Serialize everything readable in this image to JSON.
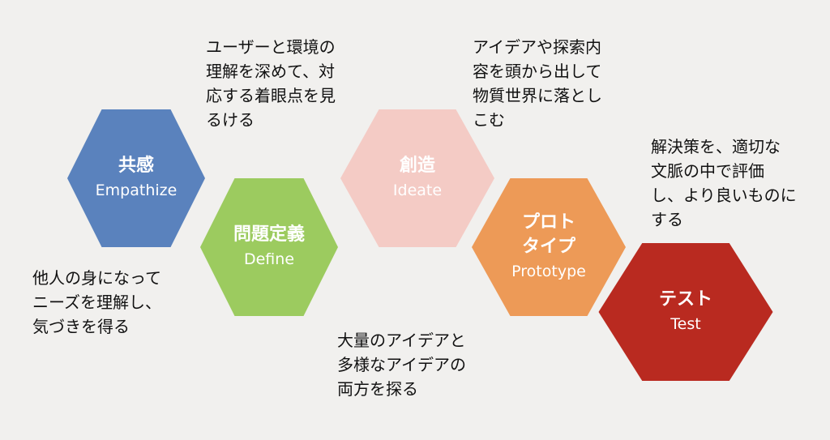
{
  "stages": [
    {
      "name": "empathize",
      "title": "共感",
      "subtitle": "Empathize",
      "color": "#5a82bd"
    },
    {
      "name": "define",
      "title": "問題定義",
      "subtitle": "Define",
      "color": "#9ccb5f"
    },
    {
      "name": "ideate",
      "title": "創造",
      "subtitle": "Ideate",
      "color": "#f4cbc5"
    },
    {
      "name": "prototype",
      "title": "プロト\nタイプ",
      "subtitle": "Prototype",
      "color": "#ed9a57"
    },
    {
      "name": "test",
      "title": "テスト",
      "subtitle": "Test",
      "color": "#b92a20"
    }
  ],
  "descriptions": {
    "empathize": "他人の身になって\nニーズを理解し、\n気づきを得る",
    "define": "ユーザーと環境の\n理解を深めて、対\n応する着眼点を見\n るける",
    "ideate": "大量のアイデアと\n多様なアイデアの\n両方を探る",
    "prototype": "アイデアや探索内\n容を頭から出して\n物質世界に落とし\nこむ",
    "test": "解決策を、適切な\n文脈の中で評価\nし、より良いものに\nする"
  }
}
